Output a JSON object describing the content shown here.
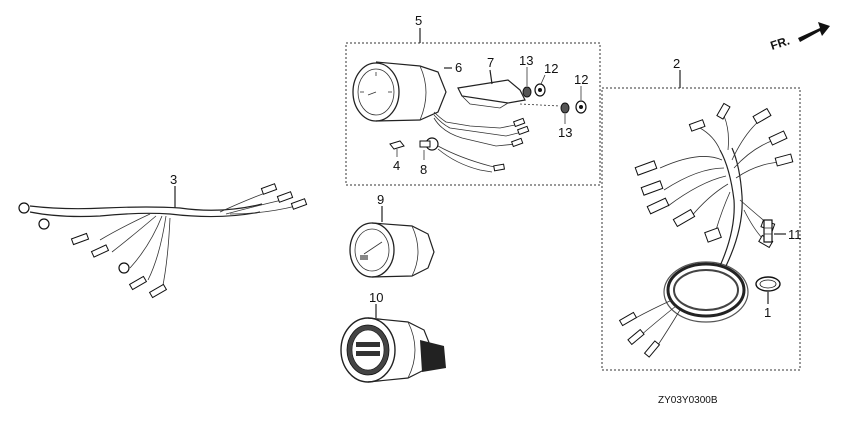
{
  "callouts": {
    "p1": "1",
    "p2": "2",
    "p3": "3",
    "p4": "4",
    "p5": "5",
    "p6": "6",
    "p7": "7",
    "p8": "8",
    "p9": "9",
    "p10": "10",
    "p11": "11",
    "p12a": "12",
    "p12b": "12",
    "p13a": "13",
    "p13b": "13"
  },
  "direction": {
    "label": "FR."
  },
  "drawing_code": "ZY03Y0300B"
}
